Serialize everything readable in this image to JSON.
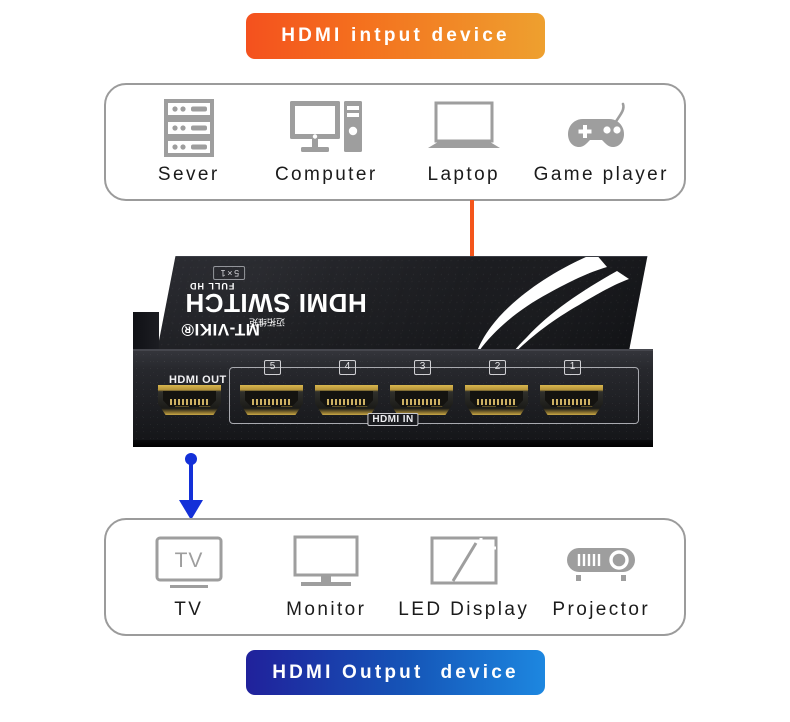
{
  "badges": {
    "top": {
      "label": "HDMI intput device",
      "color_left": "#f4511e",
      "color_right": "#eea02f"
    },
    "bottom": {
      "label": "HDMI Output  device",
      "color_left": "#20219b",
      "color_right": "#1d87e0"
    }
  },
  "input_panel": {
    "devices": [
      {
        "label": "Sever",
        "icon": "server-icon"
      },
      {
        "label": "Computer",
        "icon": "desktop-computer-icon"
      },
      {
        "label": "Laptop",
        "icon": "laptop-icon"
      },
      {
        "label": "Game player",
        "icon": "game-controller-icon"
      }
    ]
  },
  "output_panel": {
    "devices": [
      {
        "label": "TV",
        "icon": "tv-icon"
      },
      {
        "label": "Monitor",
        "icon": "monitor-icon"
      },
      {
        "label": "LED Display",
        "icon": "led-display-icon"
      },
      {
        "label": "Projector",
        "icon": "projector-icon"
      }
    ]
  },
  "device": {
    "model_badge": "5×1",
    "title": "HDMI SWITCH",
    "subtitle": "FULL HD",
    "brand": "MT-VIKI®",
    "brand_cn": "迈拓维矩",
    "output_port_label": "HDMI OUT",
    "input_group_label": "HDMI IN",
    "input_ports": [
      "5",
      "4",
      "3",
      "2",
      "1"
    ]
  },
  "connectors": {
    "input_arrow_color": "#f4551b",
    "output_arrow_color": "#1330d8",
    "input_arrow_count": 5,
    "output_arrow_count": 1
  },
  "theme": {
    "panel_border": "#9b9b9b",
    "icon_gray": "#9e9e9e",
    "text_dark": "#1b1b1b"
  }
}
